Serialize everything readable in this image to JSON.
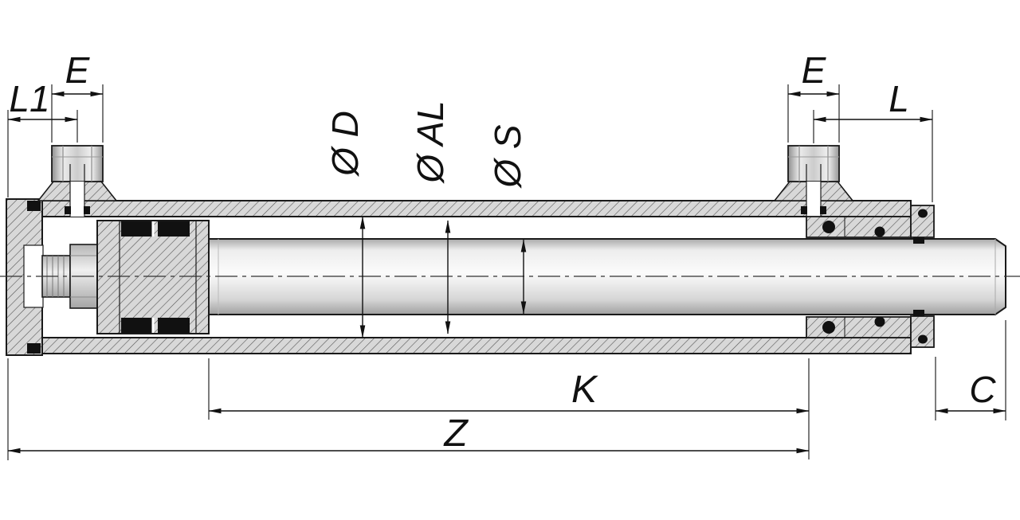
{
  "figure": {
    "type": "technical-drawing",
    "subject": "hydraulic cylinder cross-section with dimension callouts",
    "dimension_labels": {
      "l1": "L1",
      "e_left": "E",
      "e_right": "E",
      "l": "L",
      "diameter_d": "Ø D",
      "diameter_al": "Ø AL",
      "diameter_s": "Ø S",
      "k": "K",
      "z": "Z",
      "c": "C"
    },
    "colors": {
      "outline": "#1a1a1a",
      "hatch_fill": "#d8d8d8",
      "hatch_line": "#555555",
      "seal": "#111111",
      "rod_light": "#f2f2f2",
      "rod_dark": "#9f9f9f",
      "background": "#ffffff"
    }
  }
}
